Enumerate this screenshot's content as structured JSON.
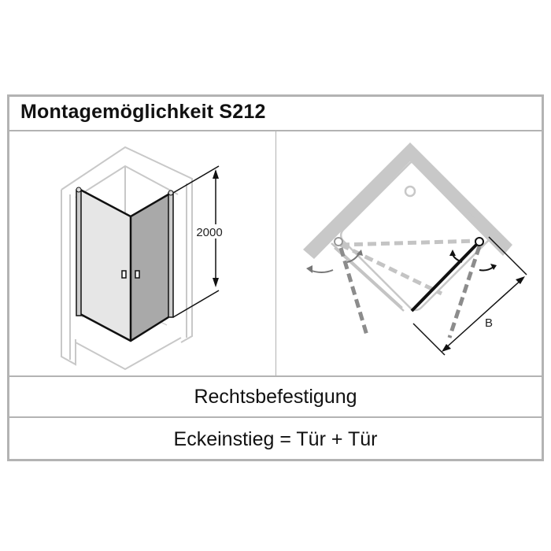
{
  "header": {
    "title": "Montagemöglichkeit S212"
  },
  "left_panel": {
    "figure": "isometric-corner-shower-enclosure",
    "dimension_label": "2000"
  },
  "right_panel": {
    "figure": "top-view-corner-entry-two-doors",
    "dimension_label": "B"
  },
  "rows": [
    {
      "label": "Rechtsbefestigung"
    },
    {
      "label": "Eckeinstieg = Tür + Tür"
    }
  ],
  "colors": {
    "border": "#b3b3b3",
    "wall": "#c8c8c8",
    "glass_light": "#e4e4e4",
    "glass_dark": "#a9a9a9",
    "dash": "#8c8c8c",
    "dash_light": "#c4c4c4",
    "text": "#111111"
  }
}
